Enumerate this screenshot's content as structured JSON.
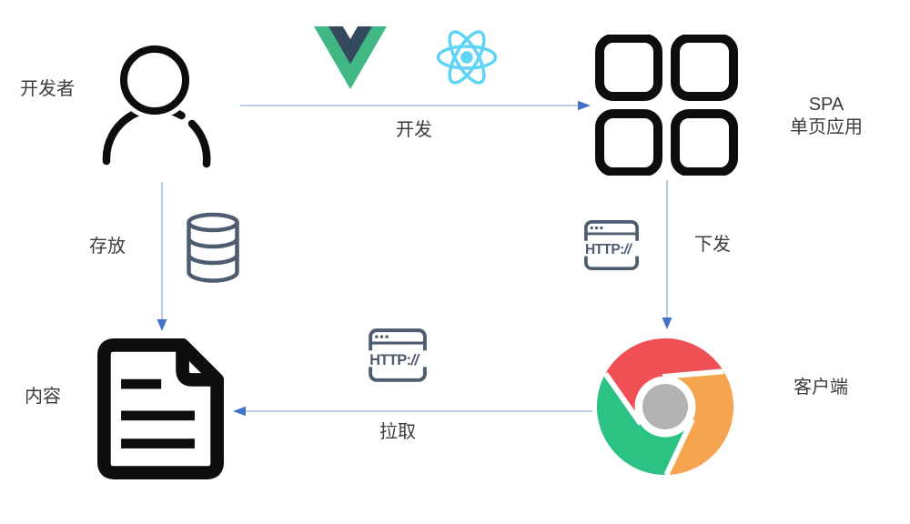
{
  "diagram": {
    "nodes": {
      "developer": {
        "label": "开发者"
      },
      "spa": {
        "label_line1": "SPA",
        "label_line2": "单页应用"
      },
      "client": {
        "label": "客户端"
      },
      "content": {
        "label": "内容"
      }
    },
    "edges": {
      "develop": {
        "label": "开发"
      },
      "store": {
        "label": "存放"
      },
      "dispatch": {
        "label": "下发"
      },
      "pull": {
        "label": "拉取"
      }
    },
    "icons": {
      "http1": {
        "text_scheme": "HTTP:",
        "text_slashes": "//"
      },
      "http2": {
        "text_scheme": "HTTP:",
        "text_slashes": "//"
      }
    },
    "colors": {
      "vue_green": "#41B883",
      "vue_navy": "#35495E",
      "react_blue": "#5FD4F5",
      "chrome_red": "#EF5056",
      "chrome_green": "#2BC284",
      "chrome_orange": "#F6A44F",
      "chrome_gray": "#B3B3B3",
      "slate_icon": "#4D5C6F",
      "arrow_line": "#A6BCE3",
      "arrow_head": "#4273C8",
      "text": "#3C3C3C",
      "black_icon": "#0D0D0D"
    }
  }
}
